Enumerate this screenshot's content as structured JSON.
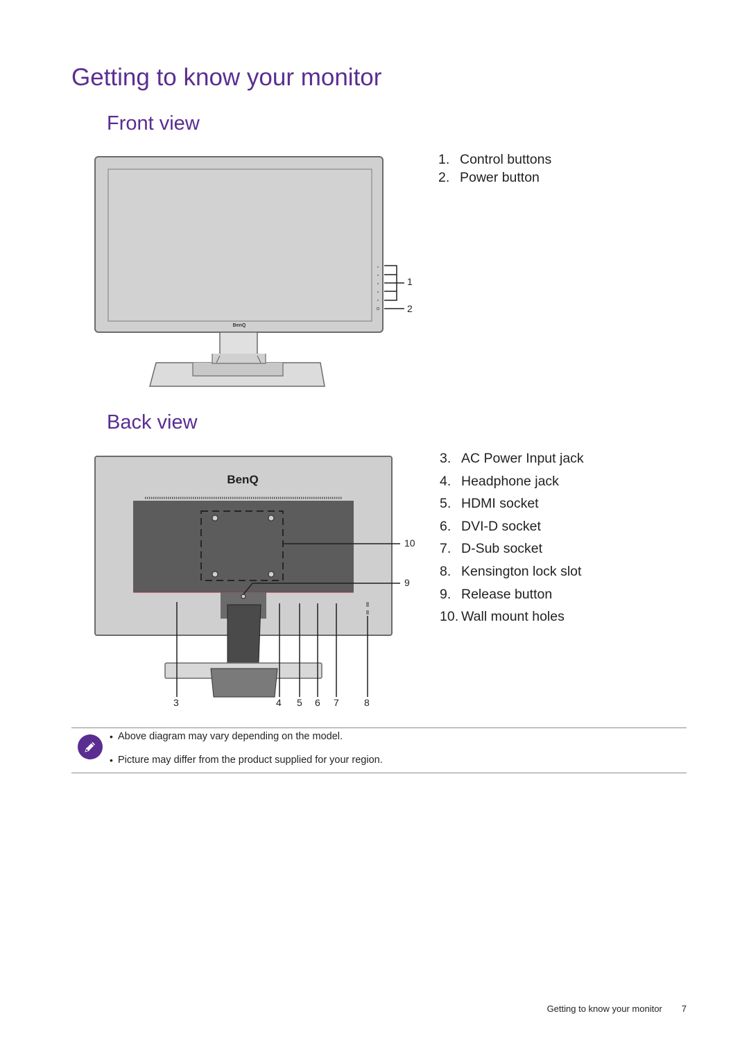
{
  "page_title": "Getting to know your monitor",
  "front": {
    "heading": "Front view",
    "items": [
      {
        "num": "1.",
        "label": "Control buttons"
      },
      {
        "num": "2.",
        "label": "Power button"
      }
    ],
    "callouts": {
      "c1": "1",
      "c2": "2"
    },
    "brand": "BenQ"
  },
  "back": {
    "heading": "Back view",
    "items": [
      {
        "num": "3.",
        "label": "AC Power Input jack"
      },
      {
        "num": "4.",
        "label": "Headphone jack"
      },
      {
        "num": "5.",
        "label": "HDMI socket"
      },
      {
        "num": "6.",
        "label": "DVI-D socket"
      },
      {
        "num": "7.",
        "label": "D-Sub socket"
      },
      {
        "num": "8.",
        "label": "Kensington lock slot"
      },
      {
        "num": "9.",
        "label": "Release button"
      },
      {
        "num": "10.",
        "label": "Wall mount holes"
      }
    ],
    "callouts": {
      "c3": "3",
      "c4": "4",
      "c5": "5",
      "c6": "6",
      "c7": "7",
      "c8": "8",
      "c9": "9",
      "c10": "10"
    },
    "brand": "BenQ"
  },
  "notes": {
    "icon": "pencil-icon",
    "items": [
      "Above diagram may vary depending on the model.",
      "Picture may differ from the product supplied for your region."
    ]
  },
  "footer": {
    "section": "Getting to know your monitor",
    "page": "7"
  }
}
